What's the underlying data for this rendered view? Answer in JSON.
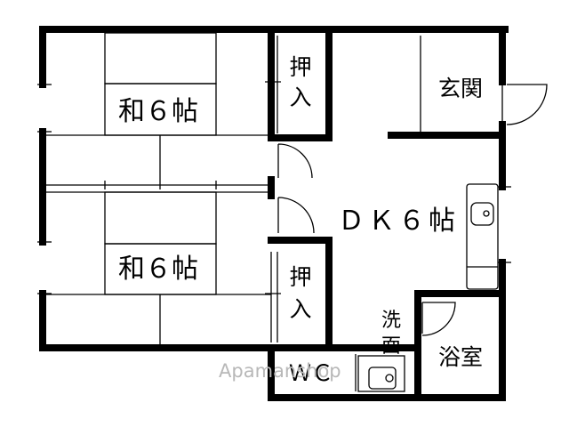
{
  "floorplan": {
    "rooms": {
      "washitsu_upper": "和６帖",
      "washitsu_lower": "和６帖",
      "closet_upper": "押入",
      "closet_lower": "押入",
      "entrance": "玄関",
      "dining_kitchen": "ＤＫ６帖",
      "washroom": "洗面",
      "bathroom": "浴室",
      "toilet": "ＷＣ"
    },
    "watermark": "Apamanshop"
  }
}
